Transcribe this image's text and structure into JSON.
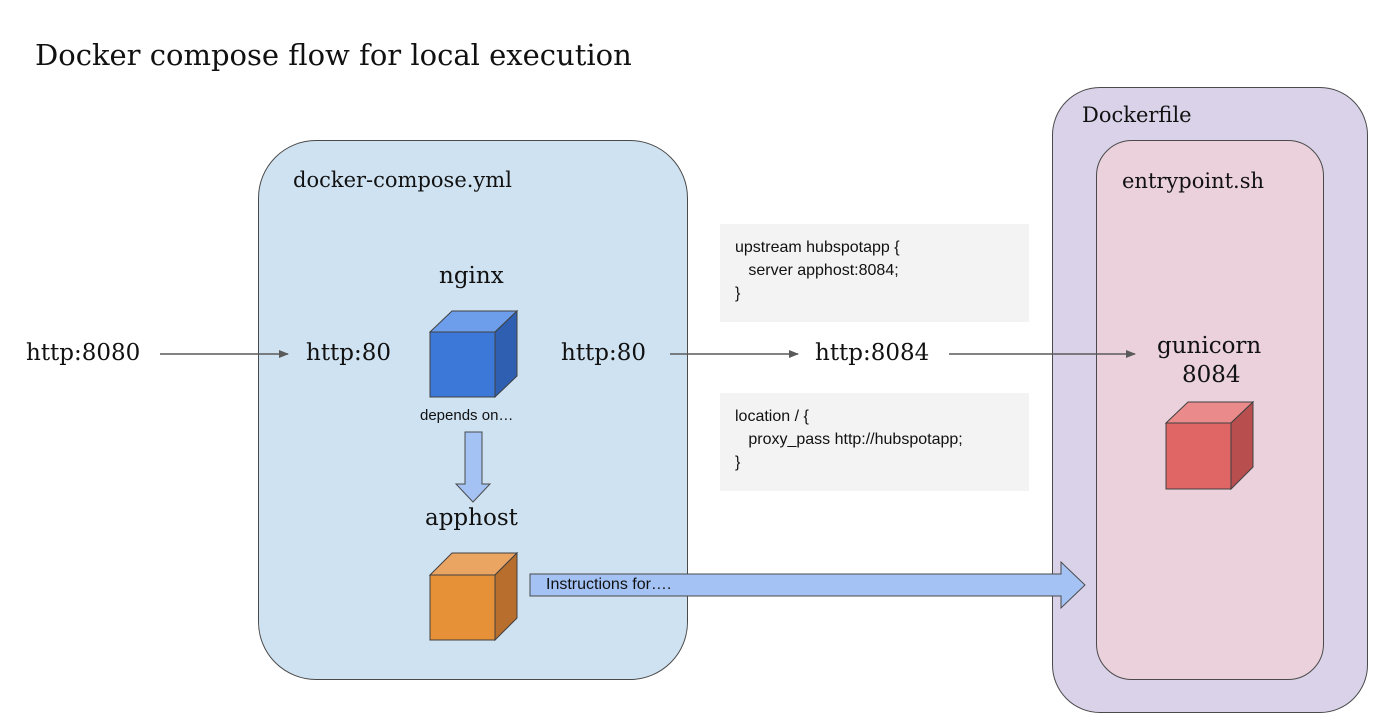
{
  "title": "Docker compose flow for local execution",
  "containers": {
    "compose": "docker-compose.yml",
    "dockerfile": "Dockerfile",
    "entrypoint": "entrypoint.sh"
  },
  "services": {
    "nginx": "nginx",
    "apphost": "apphost",
    "gunicorn_name": "gunicorn",
    "gunicorn_port": "8084"
  },
  "ports": {
    "external": "http:8080",
    "nginx_in": "http:80",
    "nginx_out": "http:80",
    "upstream": "http:8084"
  },
  "depends_label": "depends on…",
  "instructions_label": "Instructions for….",
  "code_upstream": [
    "upstream hubspotapp {",
    "   server apphost:8084;",
    "}"
  ],
  "code_location": [
    "location / {",
    "   proxy_pass http://hubspotapp;",
    "}"
  ],
  "colors": {
    "compose_bg": "#cfe2f1",
    "dockerfile_bg": "#d9d2e9",
    "entrypoint_bg": "#ead1dc",
    "nginx_cube": "#3c78d8",
    "apphost_cube": "#e69138",
    "gunicorn_cube": "#e06666",
    "arrow_fill": "#a4c2f4"
  }
}
